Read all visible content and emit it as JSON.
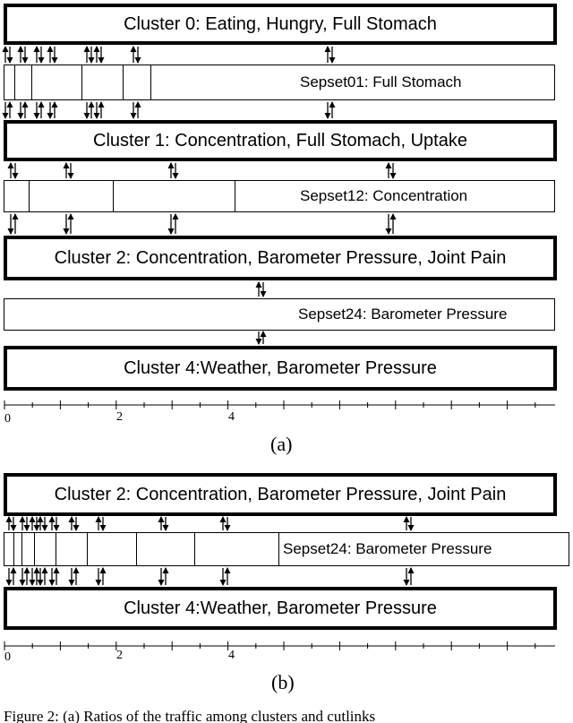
{
  "panel_a": {
    "cluster0": "Cluster 0: Eating, Hungry, Full Stomach",
    "sepset01": "Sepset01: Full Stomach",
    "cluster1": "Cluster 1: Concentration, Full Stomach, Uptake",
    "sepset12": "Sepset12: Concentration",
    "cluster2": "Cluster 2: Concentration, Barometer Pressure, Joint Pain",
    "sepset24": "Sepset24: Barometer Pressure",
    "cluster4": "Cluster 4:Weather, Barometer Pressure",
    "axis_ticks": [
      "0",
      "2",
      "4"
    ],
    "label": "(a)"
  },
  "panel_b": {
    "cluster2": "Cluster 2: Concentration, Barometer Pressure, Joint Pain",
    "sepset24": "Sepset24: Barometer Pressure",
    "cluster4": "Cluster 4:Weather, Barometer Pressure",
    "axis_ticks": [
      "0",
      "2",
      "4"
    ],
    "label": "(b)"
  },
  "caption": "Figure 2: (a) Ratios of the traffic among clusters and cutlinks"
}
